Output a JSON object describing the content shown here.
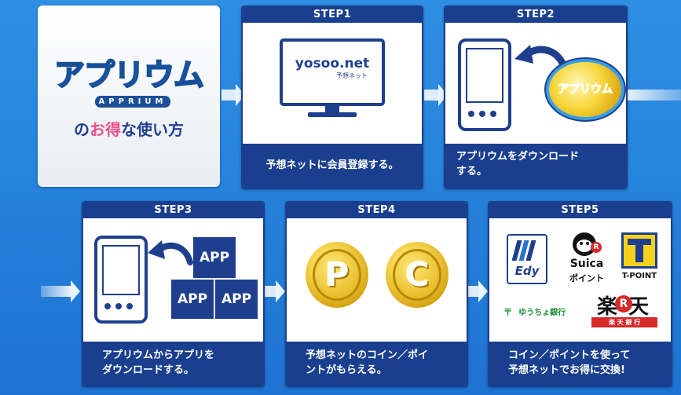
{
  "intro": {
    "logo_text": "アプリウム",
    "logo_sub": "APPRIUM",
    "tagline_part1": "の",
    "tagline_part2": "お得",
    "tagline_part3": "な使い方"
  },
  "steps": [
    {
      "label": "STEP1",
      "site_name": "yosoo.net",
      "site_sub": "予想ネット",
      "text": "予想ネットに会員登録する。"
    },
    {
      "label": "STEP2",
      "badge_text": "アプリウム",
      "text_line1": "アプリウムをダウンロード",
      "text_line2": "する。"
    },
    {
      "label": "STEP3",
      "app": "APP",
      "text_line1": "アプリウムからアプリを",
      "text_line2": "ダウンロードする。"
    },
    {
      "label": "STEP4",
      "coin1": "P",
      "coin2": "C",
      "text_line1": "予想ネットのコイン／ポイ",
      "text_line2": "ントがもらえる。"
    },
    {
      "label": "STEP5",
      "edy": "Edy",
      "suica": "Suica",
      "suica_sub": "ポイント",
      "tpoint": "T-POINT",
      "yucho": "ゆうちょ銀行",
      "rakuten": "楽天",
      "rakuten_sub": "楽 天 銀 行",
      "text_line1": "コイン／ポイントを使って",
      "text_line2": "予想ネットでお得に交換!"
    }
  ],
  "colors": {
    "navy": "#1a3f8f",
    "background": "#1d73d2",
    "logo_blue": "#2a9be0",
    "pink": "#e8508e"
  }
}
